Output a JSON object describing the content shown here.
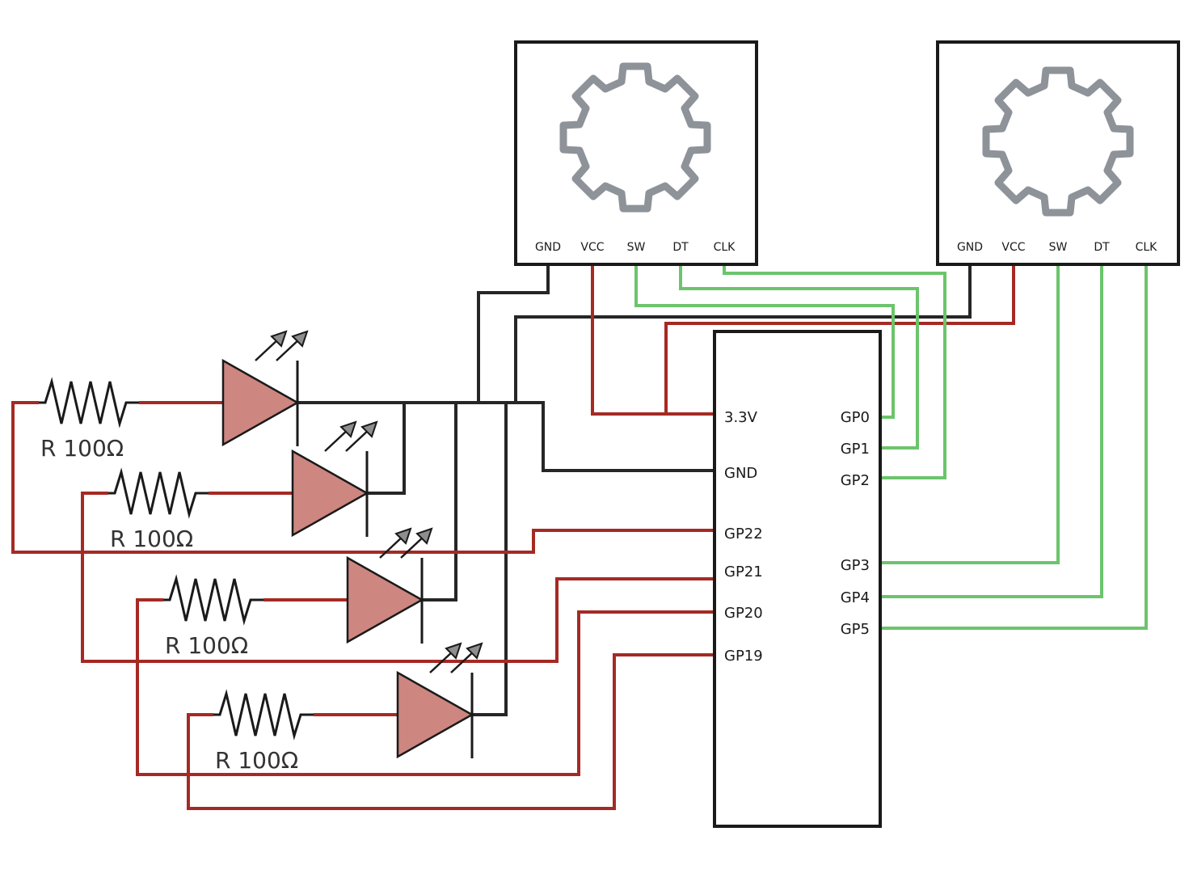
{
  "encoders": [
    {
      "pins": [
        "GND",
        "VCC",
        "SW",
        "DT",
        "CLK"
      ]
    },
    {
      "pins": [
        "GND",
        "VCC",
        "SW",
        "DT",
        "CLK"
      ]
    }
  ],
  "mcu": {
    "left_pins": [
      "3.3V",
      "GND",
      "GP22",
      "GP21",
      "GP20",
      "GP19"
    ],
    "right_pins": [
      "GP0",
      "GP1",
      "GP2",
      "GP3",
      "GP4",
      "GP5"
    ]
  },
  "resistors": [
    {
      "label": "R 100Ω"
    },
    {
      "label": "R 100Ω"
    },
    {
      "label": "R 100Ω"
    },
    {
      "label": "R 100Ω"
    }
  ],
  "colors": {
    "ground_wire": "#262626",
    "power_signal_wire": "#a52a24",
    "encoder_signal_wire": "#6cc46c",
    "led_fill": "#cd8680",
    "gear_stroke": "#8e9299"
  }
}
